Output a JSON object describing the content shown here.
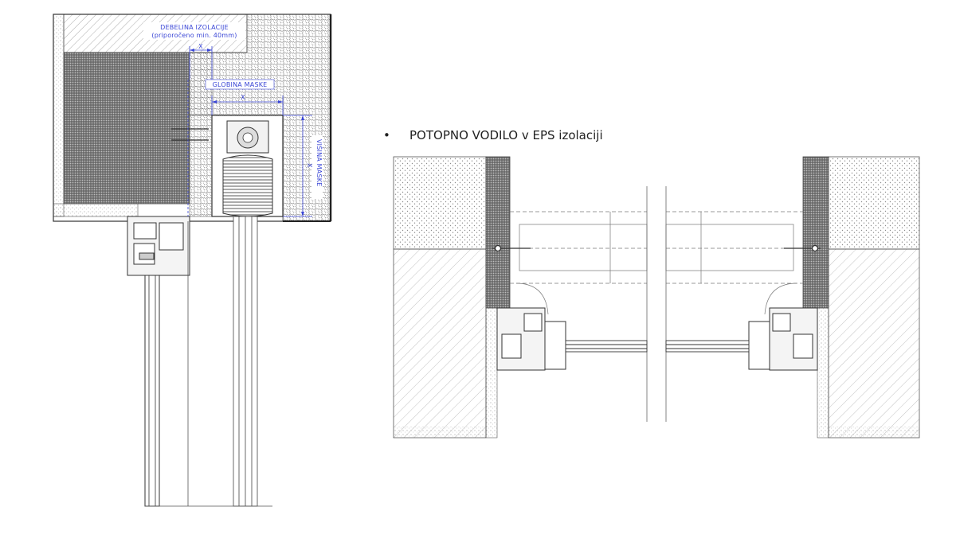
{
  "left_section": {
    "insulation_thickness_label": "DEBELINA IZOLACIJE",
    "insulation_thickness_note": "(priporočeno min. 40mm)",
    "mask_depth_label": "GLOBINA MASKE",
    "mask_height_label": "VIŠINA MASKE",
    "dim_x": "X"
  },
  "right_section": {
    "bullet": "•",
    "title": "POTOPNO VODILO v EPS izolaciji"
  },
  "colors": {
    "dimension_blue": "#3b47d6",
    "line": "#333333",
    "hatch": "#888888"
  }
}
